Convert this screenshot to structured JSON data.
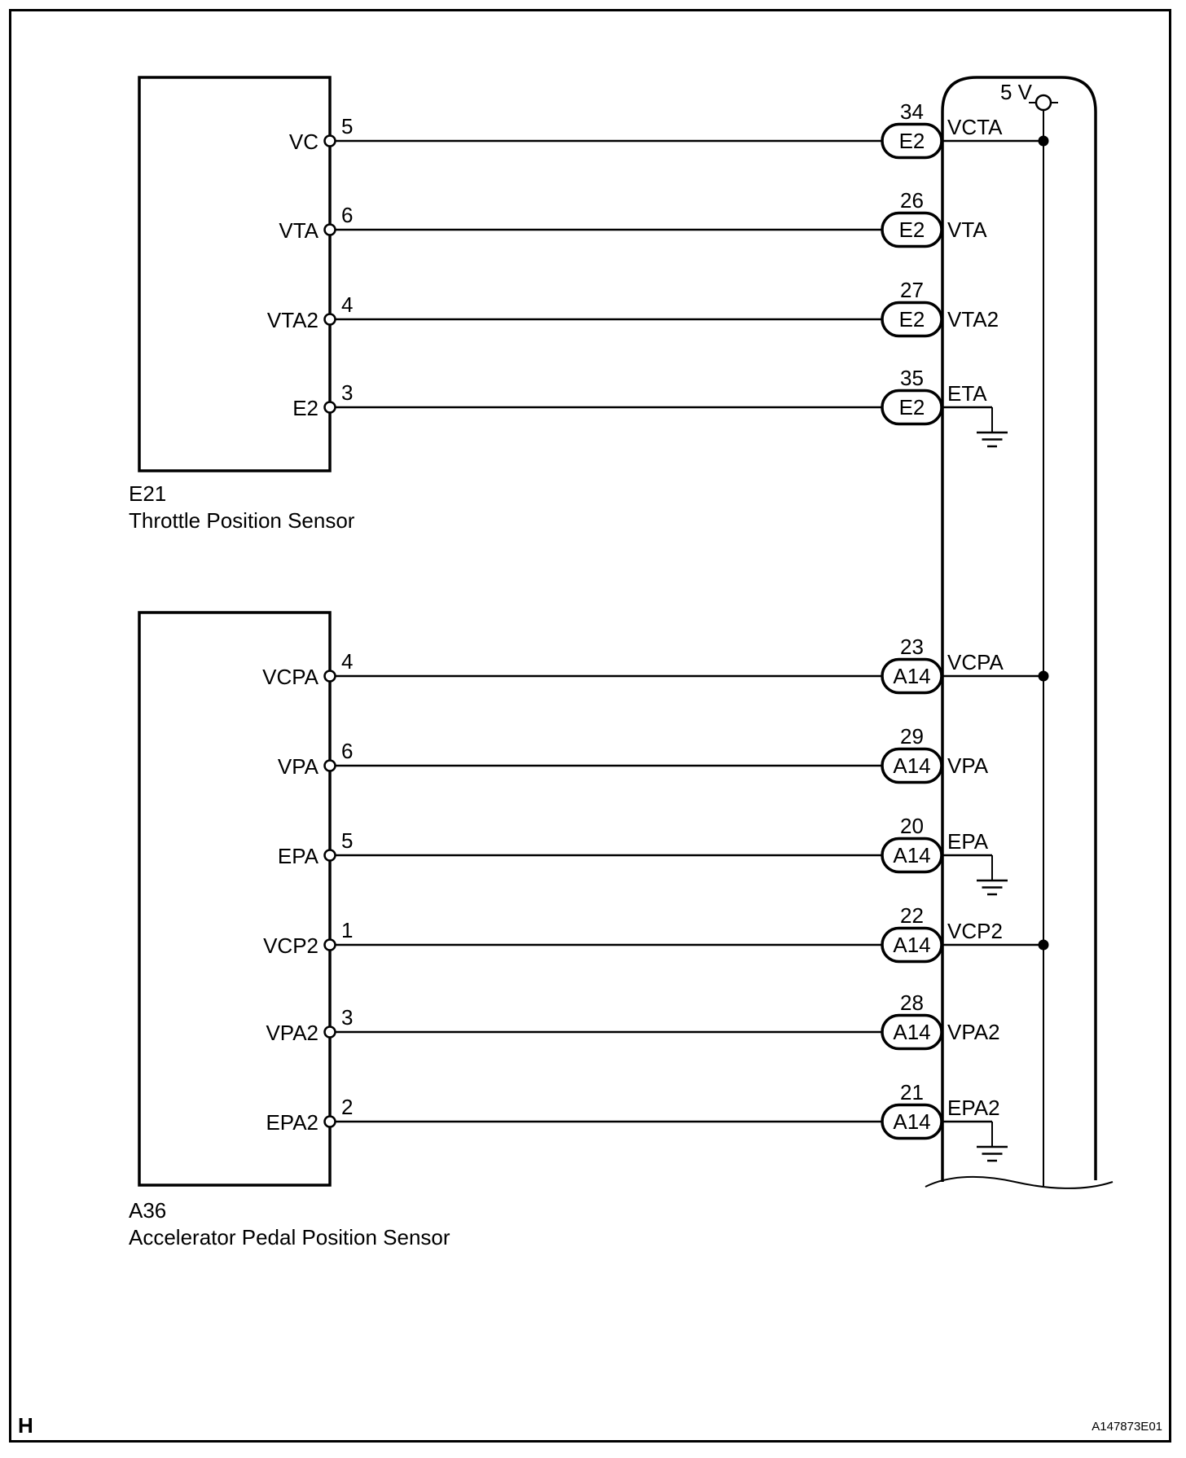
{
  "footer": {
    "page_marker": "H",
    "figure_code": "A147873E01"
  },
  "power_rail": {
    "label": "5 V"
  },
  "sensors": [
    {
      "id": "E21",
      "name": "Throttle Position Sensor",
      "pins": [
        {
          "label": "VC",
          "terminal": "5"
        },
        {
          "label": "VTA",
          "terminal": "6"
        },
        {
          "label": "VTA2",
          "terminal": "4"
        },
        {
          "label": "E2",
          "terminal": "3"
        }
      ]
    },
    {
      "id": "A36",
      "name": "Accelerator Pedal Position Sensor",
      "pins": [
        {
          "label": "VCPA",
          "terminal": "4"
        },
        {
          "label": "VPA",
          "terminal": "6"
        },
        {
          "label": "EPA",
          "terminal": "5"
        },
        {
          "label": "VCP2",
          "terminal": "1"
        },
        {
          "label": "VPA2",
          "terminal": "3"
        },
        {
          "label": "EPA2",
          "terminal": "2"
        }
      ]
    }
  ],
  "ecu": {
    "groups": [
      {
        "connector_id": "E2",
        "rows": [
          {
            "pin": "34",
            "signal": "VCTA",
            "link": "bus"
          },
          {
            "pin": "26",
            "signal": "VTA",
            "link": "none"
          },
          {
            "pin": "27",
            "signal": "VTA2",
            "link": "none"
          },
          {
            "pin": "35",
            "signal": "ETA",
            "link": "ground"
          }
        ]
      },
      {
        "connector_id": "A14",
        "rows": [
          {
            "pin": "23",
            "signal": "VCPA",
            "link": "bus"
          },
          {
            "pin": "29",
            "signal": "VPA",
            "link": "none"
          },
          {
            "pin": "20",
            "signal": "EPA",
            "link": "ground"
          },
          {
            "pin": "22",
            "signal": "VCP2",
            "link": "bus"
          },
          {
            "pin": "28",
            "signal": "VPA2",
            "link": "none"
          },
          {
            "pin": "21",
            "signal": "EPA2",
            "link": "ground"
          }
        ]
      }
    ]
  },
  "colors": {
    "ink": "#000000",
    "background": "#ffffff"
  }
}
